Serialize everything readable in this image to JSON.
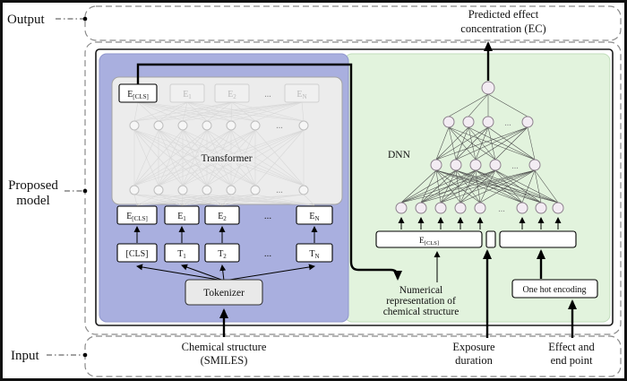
{
  "side": {
    "output": "Output",
    "proposed_l1": "Proposed",
    "proposed_l2": "model",
    "input": "Input"
  },
  "top": {
    "l1": "Predicted effect",
    "l2": "concentration (EC)"
  },
  "transformer": {
    "title": "Transformer",
    "cls_top_b": "E",
    "cls_top_s": "[CLS]",
    "faded": [
      {
        "b": "E",
        "s": "1"
      },
      {
        "b": "E",
        "s": "2"
      },
      {
        "b": "E",
        "s": "N"
      }
    ],
    "embed": [
      {
        "b": "E",
        "s": "[CLS]"
      },
      {
        "b": "E",
        "s": "1"
      },
      {
        "b": "E",
        "s": "2"
      },
      {
        "b": "E",
        "s": "N"
      }
    ],
    "tokens": [
      {
        "b": "[CLS]",
        "s": ""
      },
      {
        "b": "T",
        "s": "1"
      },
      {
        "b": "T",
        "s": "2"
      },
      {
        "b": "T",
        "s": "N"
      }
    ],
    "tokenizer": "Tokenizer"
  },
  "dnn": {
    "title": "DNN",
    "input_b": "E",
    "input_s": "[CLS]",
    "one_hot": "One hot encoding"
  },
  "note": {
    "l1": "Numerical",
    "l2": "representation of",
    "l3": "chemical structure"
  },
  "inputs": {
    "chem_l1": "Chemical structure",
    "chem_l2": "(SMILES)",
    "exp_l1": "Exposure",
    "exp_l2": "duration",
    "eff_l1": "Effect and",
    "eff_l2": "end point"
  },
  "misc": {
    "dots": "..."
  },
  "colors": {
    "purple": "#a9afdf",
    "green": "#e2f3dd"
  }
}
